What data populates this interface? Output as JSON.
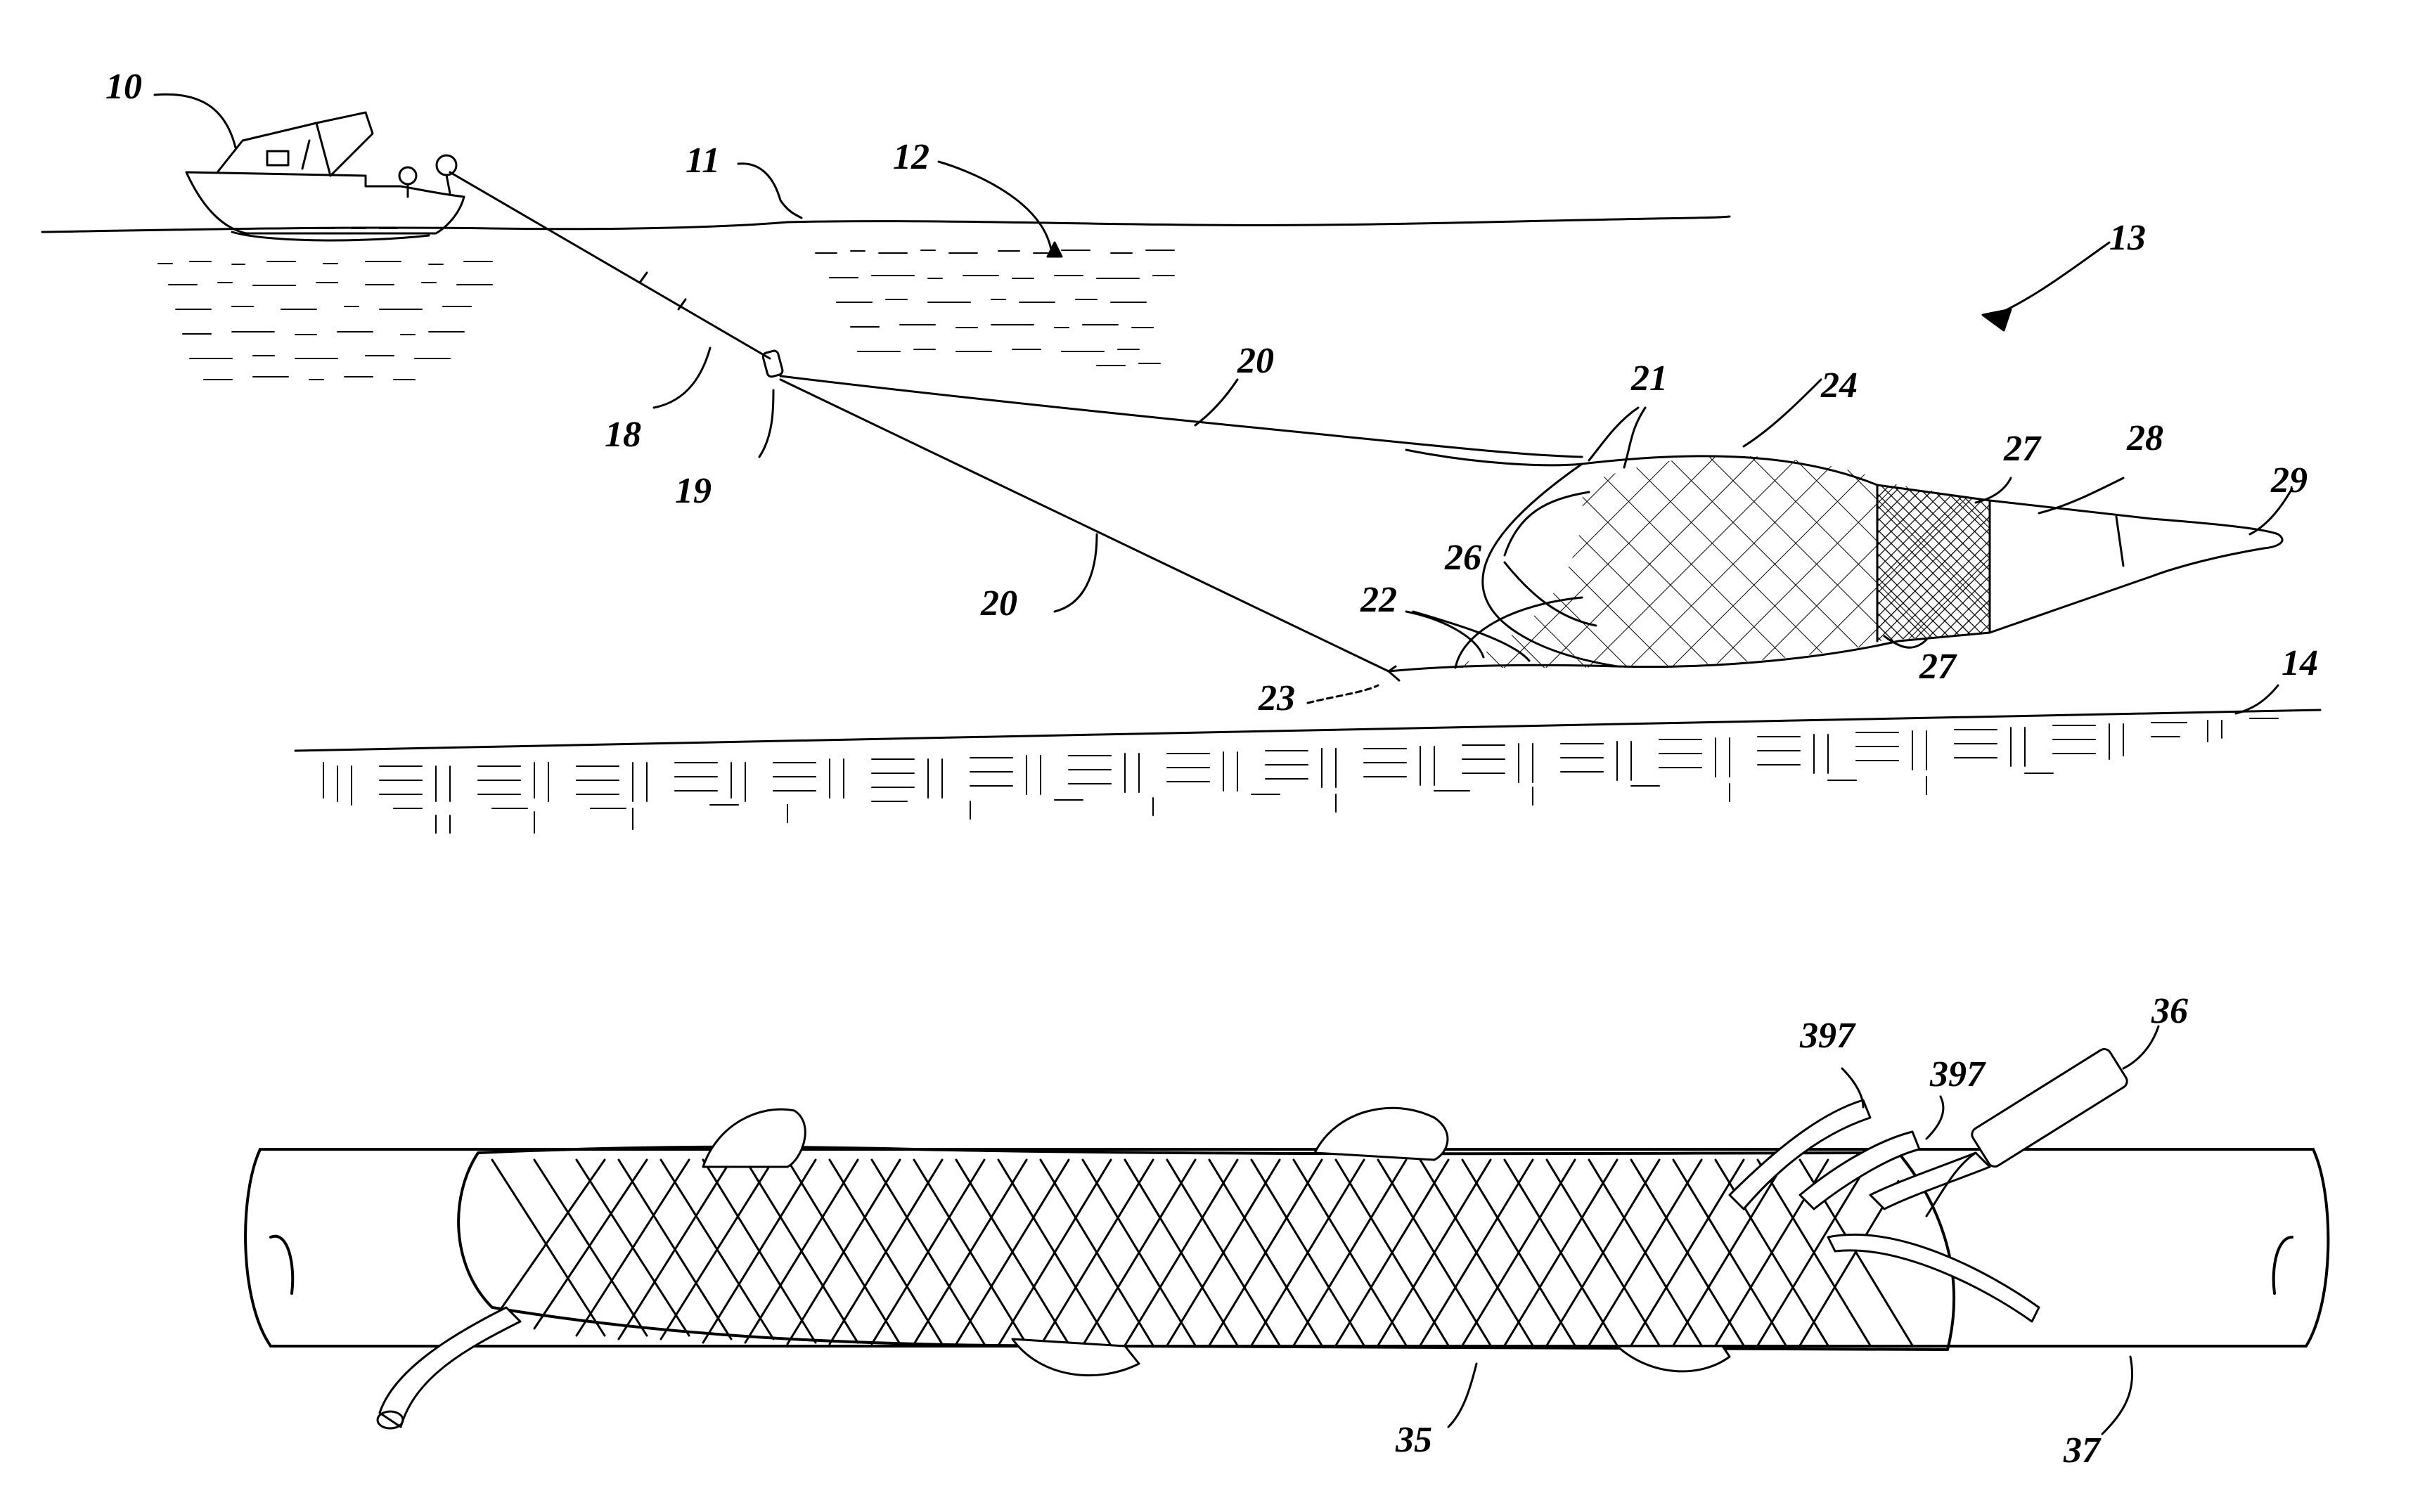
{
  "labels": {
    "boat": "10",
    "water_surface": "11",
    "water": "12",
    "trawl_assembly": "13",
    "sea_floor": "14",
    "tow_line": "18",
    "connector": "19",
    "bridle_upper": "20",
    "bridle_lower": "20",
    "net_mouth": "21",
    "footrope": "22",
    "weight": "23",
    "net_body": "24",
    "wing_seams": "26",
    "fine_mesh_upper": "27",
    "fine_mesh_lower": "27",
    "extension": "28",
    "codend": "29",
    "splice": "35",
    "strand_end": "36",
    "rope": "37",
    "strand_a": "397",
    "strand_b": "397"
  },
  "colors": {
    "ink": "#000000",
    "paper": "#ffffff"
  }
}
